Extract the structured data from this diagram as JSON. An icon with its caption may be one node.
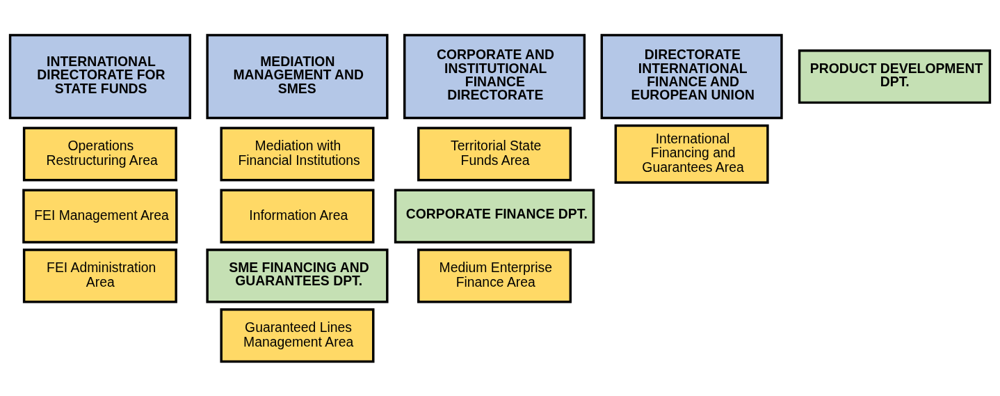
{
  "diagram": {
    "nodes": [
      {
        "text": [
          "INTERNATIONAL DIRECTORATE FOR STATE FUNDS"
        ]
      },
      {
        "text": [
          "Operations Restructuring Area"
        ]
      },
      {
        "text": [
          "FEI Management Area"
        ]
      },
      {
        "text": [
          "FEI Administration Area"
        ]
      },
      {
        "text": [
          "MEDIATION MANAGEMENT AND SMES"
        ]
      },
      {
        "text": [
          "Mediation with Financial Institutions"
        ]
      },
      {
        "text": [
          "Information Area"
        ]
      },
      {
        "text": [
          "SME FINANCING AND GUARANTEES DPT."
        ]
      },
      {
        "text": [
          "Guaranteed Lines Management Area"
        ]
      },
      {
        "text": [
          "CORPORATE AND INSTITUTIONAL FINANCE DIRECTORATE"
        ]
      },
      {
        "text": [
          "Territorial State Funds Area"
        ]
      },
      {
        "text": [
          "CORPORATE FINANCE DPT."
        ]
      },
      {
        "text": [
          "Medium Enterprise Finance Area"
        ]
      },
      {
        "text": [
          "DIRECTORATE INTERNATIONAL FINANCE AND EUROPEAN UNION"
        ]
      },
      {
        "text": [
          "International Financing and Guarantees Area"
        ]
      },
      {
        "text": [
          "PRODUCT DEVELOPMENT DPT."
        ]
      }
    ]
  }
}
